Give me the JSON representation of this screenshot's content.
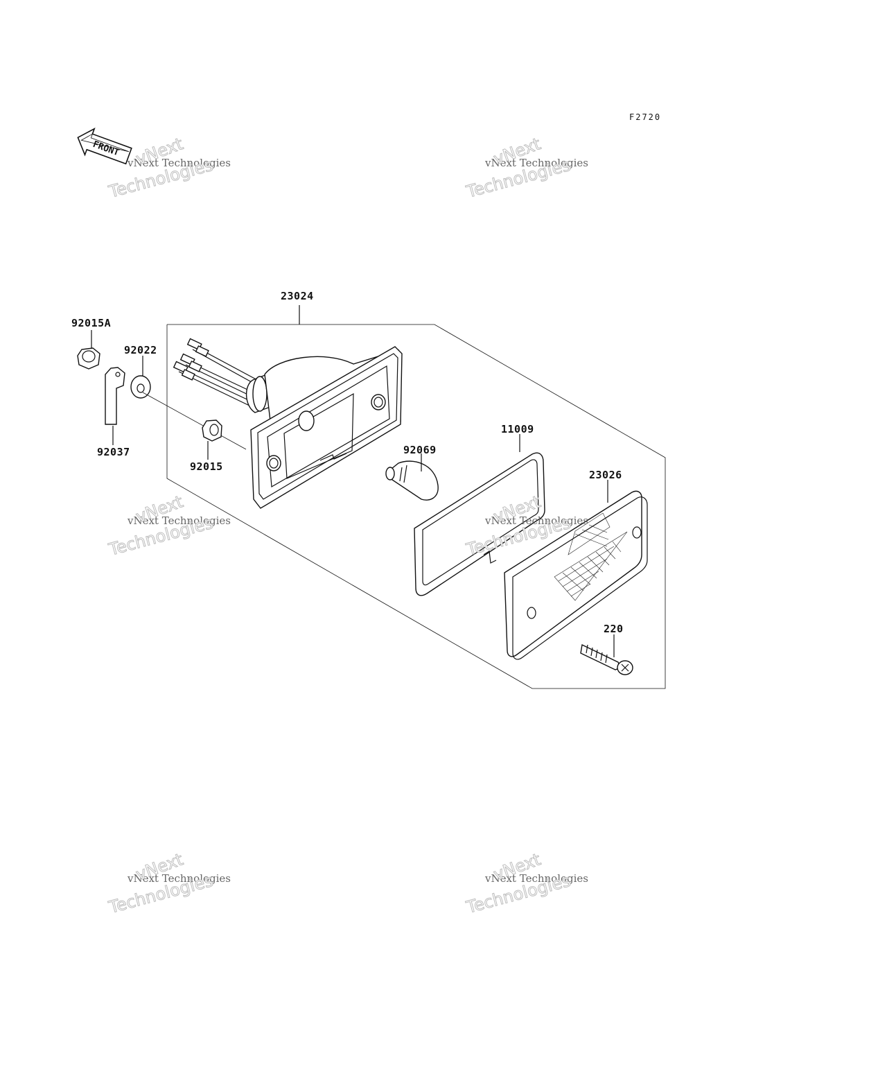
{
  "diagram": {
    "code": "F2720",
    "front_label": "FRONT",
    "watermark": {
      "line1": "vNext Technologies",
      "line2": "vNext",
      "line3": "Technologies"
    },
    "parts": [
      {
        "id": "p23024",
        "number": "23024"
      },
      {
        "id": "p92015A",
        "number": "92015A"
      },
      {
        "id": "p92022",
        "number": "92022"
      },
      {
        "id": "p92037",
        "number": "92037"
      },
      {
        "id": "p92015",
        "number": "92015"
      },
      {
        "id": "p92069",
        "number": "92069"
      },
      {
        "id": "p11009",
        "number": "11009"
      },
      {
        "id": "p23026",
        "number": "23026"
      },
      {
        "id": "p220",
        "number": "220"
      }
    ]
  }
}
